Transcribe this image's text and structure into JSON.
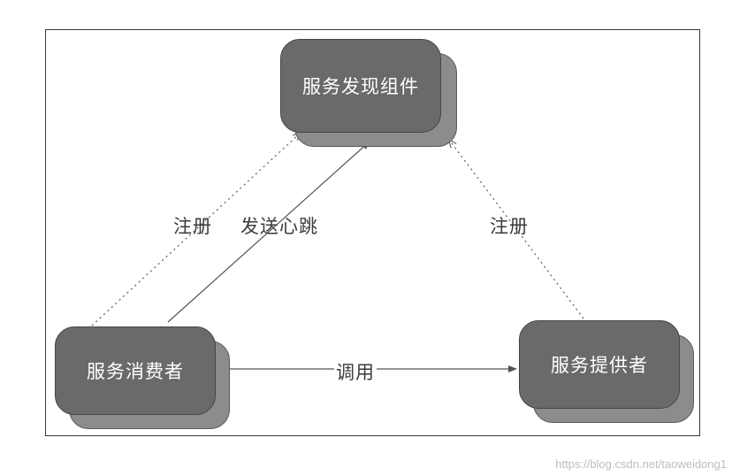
{
  "nodes": {
    "discovery": {
      "label": "服务发现组件"
    },
    "consumer": {
      "label": "服务消费者"
    },
    "provider": {
      "label": "服务提供者"
    }
  },
  "edges": {
    "consumer_register": {
      "label": "注册"
    },
    "consumer_heartbeat": {
      "label": "发送心跳"
    },
    "provider_register": {
      "label": "注册"
    },
    "invoke": {
      "label": "调用"
    }
  },
  "watermark": "https://blog.csdn.net/taoweidong1"
}
